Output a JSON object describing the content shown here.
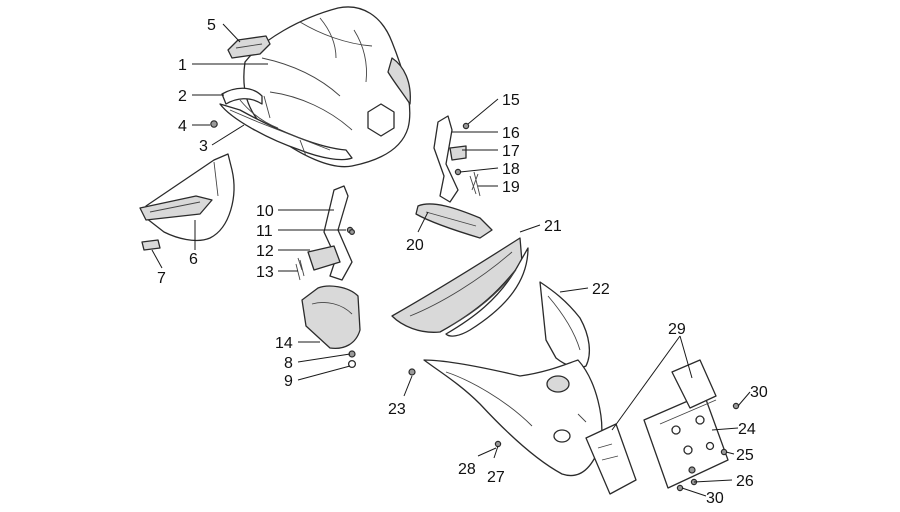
{
  "callouts": [
    {
      "id": "c1",
      "label": "1"
    },
    {
      "id": "c2",
      "label": "2"
    },
    {
      "id": "c3",
      "label": "3"
    },
    {
      "id": "c4",
      "label": "4"
    },
    {
      "id": "c5",
      "label": "5"
    },
    {
      "id": "c6",
      "label": "6"
    },
    {
      "id": "c7",
      "label": "7"
    },
    {
      "id": "c8",
      "label": "8"
    },
    {
      "id": "c9",
      "label": "9"
    },
    {
      "id": "c10",
      "label": "10"
    },
    {
      "id": "c11",
      "label": "11"
    },
    {
      "id": "c12",
      "label": "12"
    },
    {
      "id": "c13",
      "label": "13"
    },
    {
      "id": "c14",
      "label": "14"
    },
    {
      "id": "c15",
      "label": "15"
    },
    {
      "id": "c16",
      "label": "16"
    },
    {
      "id": "c17",
      "label": "17"
    },
    {
      "id": "c18",
      "label": "18"
    },
    {
      "id": "c19",
      "label": "19"
    },
    {
      "id": "c20",
      "label": "20"
    },
    {
      "id": "c21",
      "label": "21"
    },
    {
      "id": "c22",
      "label": "22"
    },
    {
      "id": "c23",
      "label": "23"
    },
    {
      "id": "c24",
      "label": "24"
    },
    {
      "id": "c25",
      "label": "25"
    },
    {
      "id": "c26",
      "label": "26"
    },
    {
      "id": "c27",
      "label": "27"
    },
    {
      "id": "c28",
      "label": "28"
    },
    {
      "id": "c29",
      "label": "29"
    },
    {
      "id": "c30a",
      "label": "30"
    },
    {
      "id": "c30b",
      "label": "30"
    }
  ]
}
